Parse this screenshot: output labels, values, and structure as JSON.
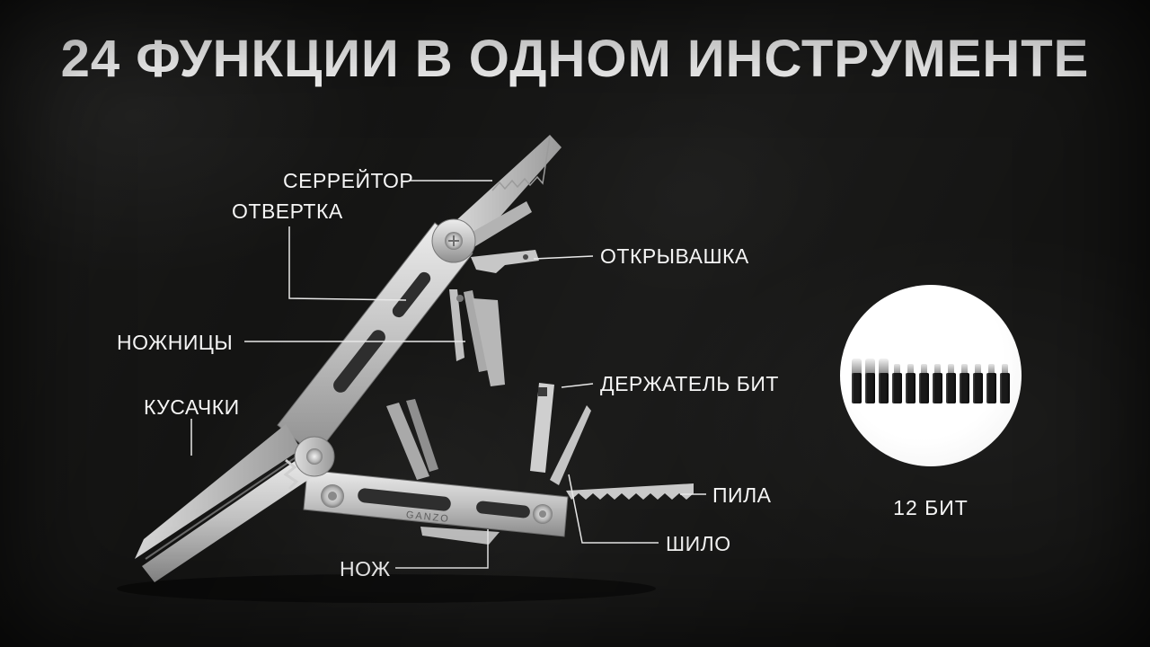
{
  "title": "24 ФУНКЦИИ В ОДНОМ ИНСТРУМЕНТЕ",
  "labels": {
    "serrator": "СЕРРЕЙТОР",
    "screwdriver": "ОТВЕРТКА",
    "opener": "ОТКРЫВАШКА",
    "scissors": "НОЖНИЦЫ",
    "cutters": "КУСАЧКИ",
    "bit_holder": "ДЕРЖАТЕЛЬ БИТ",
    "saw": "ПИЛА",
    "awl": "ШИЛО",
    "knife": "НОЖ"
  },
  "bits": {
    "count": 12,
    "caption": "12 БИТ"
  },
  "brand": "GANZO",
  "colors": {
    "background": "#141413",
    "text": "#f5f5f5",
    "steel_light": "#ececec",
    "steel_dark": "#8e8e8e",
    "bits_bg": "#ffffff"
  }
}
